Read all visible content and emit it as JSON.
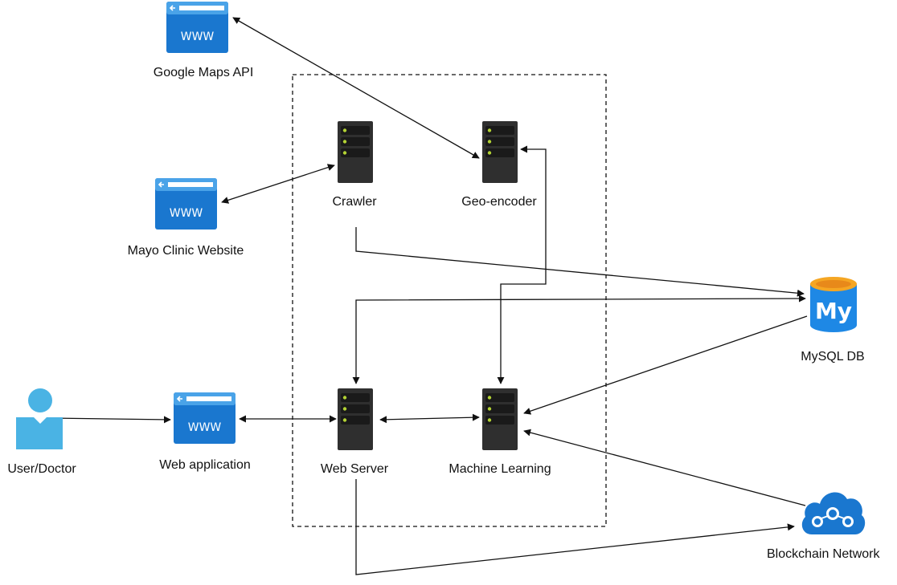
{
  "nodes": {
    "google_maps_api": {
      "label": "Google Maps API",
      "icon_text": "WWW"
    },
    "mayo_clinic": {
      "label": "Mayo Clinic Website",
      "icon_text": "WWW"
    },
    "web_application": {
      "label": "Web application",
      "icon_text": "WWW"
    },
    "crawler": {
      "label": "Crawler"
    },
    "geo_encoder": {
      "label": "Geo-encoder"
    },
    "web_server": {
      "label": "Web Server"
    },
    "machine_learning": {
      "label": "Machine Learning"
    },
    "mysql_db": {
      "label": "MySQL DB",
      "icon_text": "My"
    },
    "blockchain": {
      "label": "Blockchain Network"
    },
    "user": {
      "label": "User/Doctor"
    }
  },
  "colors": {
    "web_blue": "#1a77cf",
    "web_light": "#4aa3e8",
    "server_dark": "#2f2f2f",
    "server_led": "#b3d334",
    "mysql_blue": "#1e88e5",
    "mysql_top": "#f5a623",
    "cloud_blue": "#1a77cf",
    "user_blue": "#4ab3e4",
    "line": "#111111"
  }
}
